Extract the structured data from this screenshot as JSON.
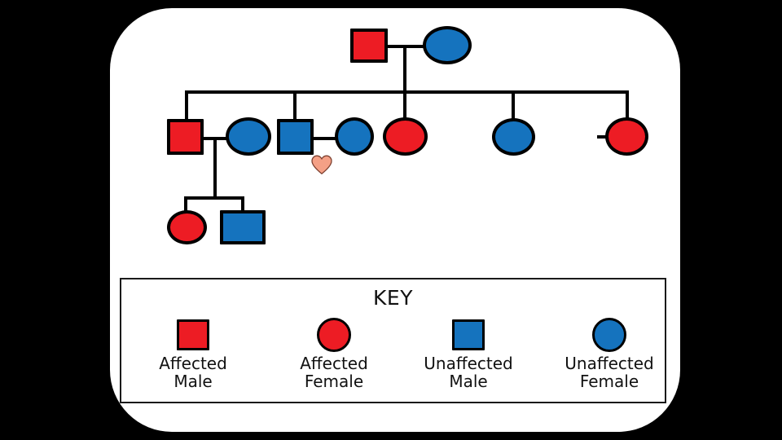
{
  "slide": {
    "background_color": "#000000",
    "card_color": "#ffffff"
  },
  "palette": {
    "affected": "#ED1C24",
    "unaffected": "#1573BE",
    "outline": "#000000",
    "cursor": "#F4A086"
  },
  "cursor": {
    "icon": "heart-cursor",
    "color": "#F4A086"
  },
  "pedigree": {
    "generations": [
      {
        "id": "generation-1",
        "individuals": [
          {
            "id": "I-1",
            "shape": "square",
            "sex": "male",
            "status": "affected",
            "color": "#ED1C24"
          },
          {
            "id": "I-2",
            "shape": "circle",
            "sex": "female",
            "status": "unaffected",
            "color": "#1573BE"
          }
        ]
      },
      {
        "id": "generation-2",
        "individuals": [
          {
            "id": "II-1",
            "shape": "square",
            "sex": "male",
            "status": "affected",
            "color": "#ED1C24"
          },
          {
            "id": "II-2",
            "shape": "circle",
            "sex": "female",
            "status": "unaffected",
            "color": "#1573BE"
          },
          {
            "id": "II-3",
            "shape": "square",
            "sex": "male",
            "status": "unaffected",
            "color": "#1573BE"
          },
          {
            "id": "II-4",
            "shape": "circle",
            "sex": "female",
            "status": "unaffected",
            "color": "#1573BE"
          },
          {
            "id": "II-5",
            "shape": "circle",
            "sex": "female",
            "status": "affected",
            "color": "#ED1C24"
          },
          {
            "id": "II-6",
            "shape": "circle",
            "sex": "female",
            "status": "unaffected",
            "color": "#1573BE"
          },
          {
            "id": "II-7",
            "shape": "circle",
            "sex": "female",
            "status": "affected",
            "color": "#ED1C24"
          }
        ]
      },
      {
        "id": "generation-3",
        "individuals": [
          {
            "id": "III-1",
            "shape": "circle",
            "sex": "female",
            "status": "affected",
            "color": "#ED1C24"
          },
          {
            "id": "III-2",
            "shape": "square",
            "sex": "male",
            "status": "unaffected",
            "color": "#1573BE"
          }
        ]
      }
    ]
  },
  "key": {
    "title": "KEY",
    "entries": [
      {
        "shape": "square",
        "color": "#ED1C24",
        "line1": "Affected",
        "line2": "Male"
      },
      {
        "shape": "circle",
        "color": "#ED1C24",
        "line1": "Affected",
        "line2": "Female"
      },
      {
        "shape": "square",
        "color": "#1573BE",
        "line1": "Unaffected",
        "line2": "Male"
      },
      {
        "shape": "circle",
        "color": "#1573BE",
        "line1": "Unaffected",
        "line2": "Female"
      }
    ]
  }
}
